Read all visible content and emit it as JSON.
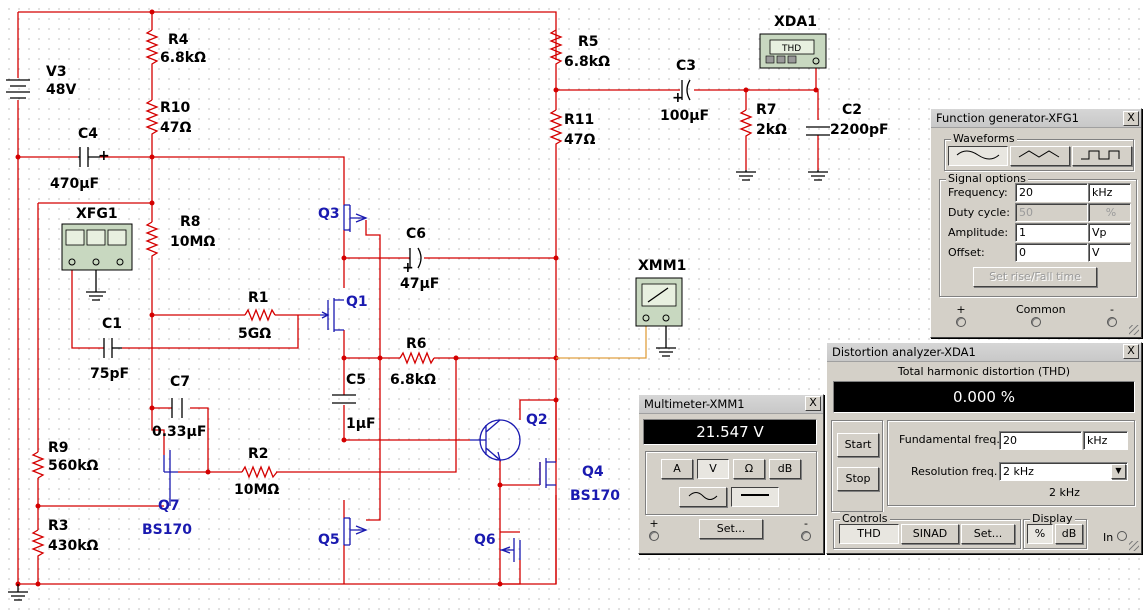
{
  "schematic": {
    "labels": {
      "v3_name": "V3",
      "v3_value": "48V",
      "r4_name": "R4",
      "r4_value": "6.8kΩ",
      "r10_name": "R10",
      "r10_value": "47Ω",
      "c4_name": "C4",
      "c4_value": "470µF",
      "xfg1_name": "XFG1",
      "r8_name": "R8",
      "r8_value": "10MΩ",
      "q3_name": "Q3",
      "q1_name": "Q1",
      "r1_name": "R1",
      "r1_value": "5GΩ",
      "c1_name": "C1",
      "c1_value": "75pF",
      "c6_name": "C6",
      "c6_value": "47µF",
      "r5_name": "R5",
      "r5_value": "6.8kΩ",
      "r11_name": "R11",
      "r11_value": "47Ω",
      "c3_name": "C3",
      "c3_value": "100µF",
      "xda1_name": "XDA1",
      "xda1_screen": "THD",
      "r7_name": "R7",
      "r7_value": "2kΩ",
      "c2_name": "C2",
      "c2_value": "2200pF",
      "xmm1_name": "XMM1",
      "r6_name": "R6",
      "r6_value": "6.8kΩ",
      "c5_name": "C5",
      "c5_value": "1µF",
      "c7_name": "C7",
      "c7_value": "0.33µF",
      "r2_name": "R2",
      "r2_value": "10MΩ",
      "r9_name": "R9",
      "r9_value": "560kΩ",
      "r3_name": "R3",
      "r3_value": "430kΩ",
      "q7_name": "Q7",
      "q7_part": "BS170",
      "q5_name": "Q5",
      "q6_name": "Q6",
      "q2_name": "Q2",
      "q4_name": "Q4",
      "q4_part": "BS170",
      "plus": "+",
      "minus": "-"
    }
  },
  "function_generator": {
    "title": "Function generator-XFG1",
    "close": "X",
    "waveforms_label": "Waveforms",
    "signal_options_label": "Signal options",
    "frequency_label": "Frequency:",
    "frequency_value": "20",
    "frequency_unit": "kHz",
    "duty_label": "Duty cycle:",
    "duty_value": "50",
    "duty_unit": "%",
    "amplitude_label": "Amplitude:",
    "amplitude_value": "1",
    "amplitude_unit": "Vp",
    "offset_label": "Offset:",
    "offset_value": "0",
    "offset_unit": "V",
    "rise_fall_button": "Set rise/Fall time",
    "plus": "+",
    "common": "Common",
    "minus": "-"
  },
  "distortion_analyzer": {
    "title": "Distortion analyzer-XDA1",
    "close": "X",
    "heading": "Total harmonic distortion (THD)",
    "reading": "0.000 %",
    "start_button": "Start",
    "stop_button": "Stop",
    "fundamental_label": "Fundamental freq.",
    "fundamental_value": "20",
    "fundamental_unit": "kHz",
    "resolution_label": "Resolution freq.",
    "resolution_selected": "2 kHz",
    "resolution_readout": "2 kHz",
    "controls_label": "Controls",
    "thd_button": "THD",
    "sinad_button": "SINAD",
    "set_button": "Set...",
    "display_label": "Display",
    "percent_button": "%",
    "db_button": "dB",
    "in_label": "In"
  },
  "multimeter": {
    "title": "Multimeter-XMM1",
    "close": "X",
    "reading": "21.547 V",
    "mode_a": "A",
    "mode_v": "V",
    "mode_ohm": "Ω",
    "mode_db": "dB",
    "set_button": "Set...",
    "plus": "+",
    "minus": "-"
  },
  "colors": {
    "wire": "#d40000",
    "transistor": "#1a1ab0",
    "probe_wire": "#e0a040",
    "window_face": "#d4d0c8"
  }
}
